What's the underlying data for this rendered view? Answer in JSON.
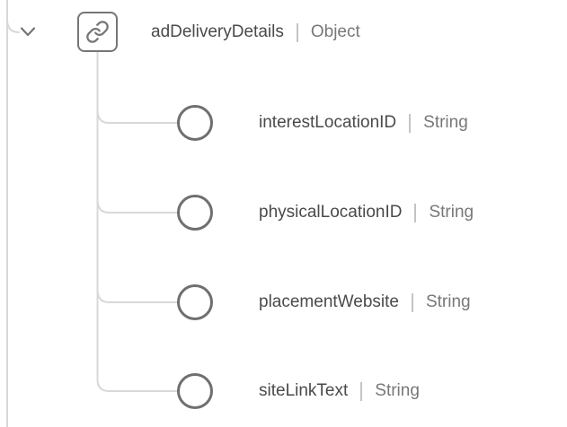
{
  "schema_tree": {
    "root": {
      "name": "adDeliveryDetails",
      "type": "Object",
      "icon": "link-icon",
      "expand_icon": "chevron-down-icon",
      "expanded": true
    },
    "children": [
      {
        "name": "interestLocationID",
        "type": "String",
        "icon": "circle-field-icon"
      },
      {
        "name": "physicalLocationID",
        "type": "String",
        "icon": "circle-field-icon"
      },
      {
        "name": "placementWebsite",
        "type": "String",
        "icon": "circle-field-icon"
      },
      {
        "name": "siteLinkText",
        "type": "String",
        "icon": "circle-field-icon"
      }
    ],
    "colors": {
      "connector_line": "#d8d8d8",
      "icon_stroke": "#6f6f6f",
      "name_text": "#4a4a4a",
      "type_text": "#787878",
      "divider": "#c4c4c4",
      "background": "#ffffff"
    }
  }
}
